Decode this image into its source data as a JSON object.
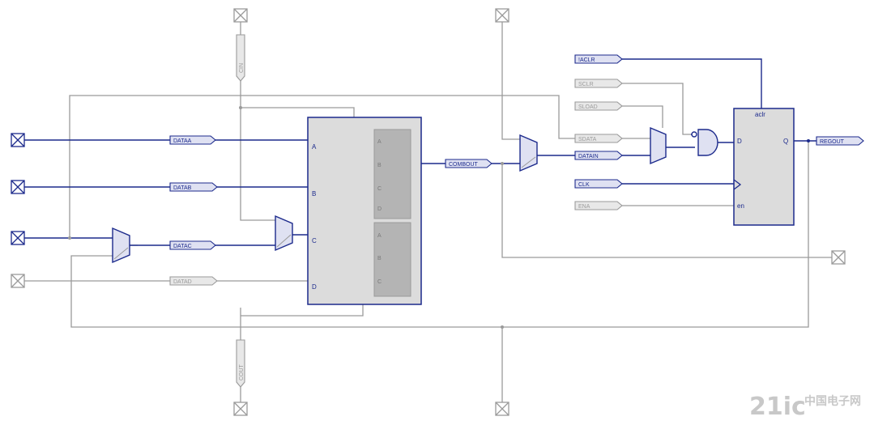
{
  "colors": {
    "active": "#1c2a8c",
    "inactive": "#9a9a9a",
    "lut_fill": "#dcdcdc",
    "inner_fill": "#b4b4b4",
    "label_fill_active": "#dfe1f2",
    "label_fill_inactive": "#e8e8e8",
    "watermark": "#c8c8c8"
  },
  "signals": {
    "dataa": "DATAA",
    "datab": "DATAB",
    "datac": "DATAC",
    "datad": "DATAD",
    "combout": "COMBOUT",
    "aclr": "!ACLR",
    "sclr": "SCLR",
    "sload": "SLOAD",
    "sdata": "SDATA",
    "datain": "DATAIN",
    "clk": "CLK",
    "ena": "ENA",
    "regout": "REGOUT",
    "cin": "CIN",
    "cout": "COUT"
  },
  "lut": {
    "inputs": [
      "A",
      "B",
      "C",
      "D"
    ],
    "upper_sub_inputs": [
      "A",
      "B",
      "C",
      "D"
    ],
    "lower_sub_inputs": [
      "A",
      "B",
      "C"
    ]
  },
  "register": {
    "aclr": "aclr",
    "d": "D",
    "q": "Q",
    "en": "en"
  },
  "watermark": {
    "brand": "21ic",
    "site": "中国电子网"
  }
}
